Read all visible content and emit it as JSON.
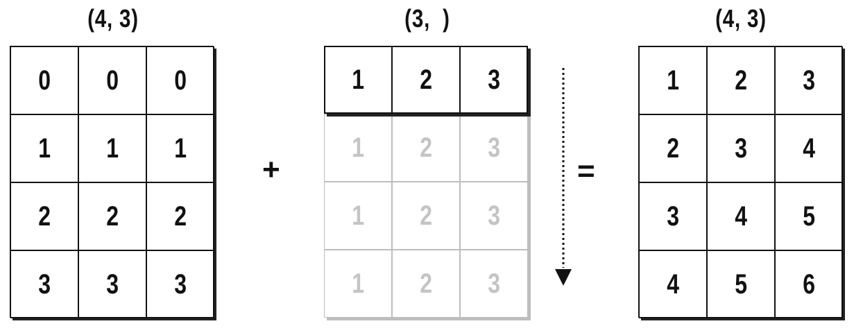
{
  "left_matrix": {
    "shape_label": "(4, 3)",
    "rows": [
      [
        "0",
        "0",
        "0"
      ],
      [
        "1",
        "1",
        "1"
      ],
      [
        "2",
        "2",
        "2"
      ],
      [
        "3",
        "3",
        "3"
      ]
    ]
  },
  "plus_symbol": "+",
  "middle_matrix": {
    "shape_label": "(3,  )",
    "original_row": [
      "1",
      "2",
      "3"
    ],
    "broadcast_rows": [
      [
        "1",
        "2",
        "3"
      ],
      [
        "1",
        "2",
        "3"
      ],
      [
        "1",
        "2",
        "3"
      ]
    ]
  },
  "equals_symbol": "=",
  "result_matrix": {
    "shape_label": "(4, 3)",
    "rows": [
      [
        "1",
        "2",
        "3"
      ],
      [
        "2",
        "3",
        "4"
      ],
      [
        "3",
        "4",
        "5"
      ],
      [
        "4",
        "5",
        "6"
      ]
    ]
  },
  "colors": {
    "ink": "#111111",
    "ghost_text": "#c4c4c4",
    "ghost_border": "#bdbdbd"
  },
  "icons": {
    "broadcast_arrow": "dotted-down-arrow-icon"
  }
}
